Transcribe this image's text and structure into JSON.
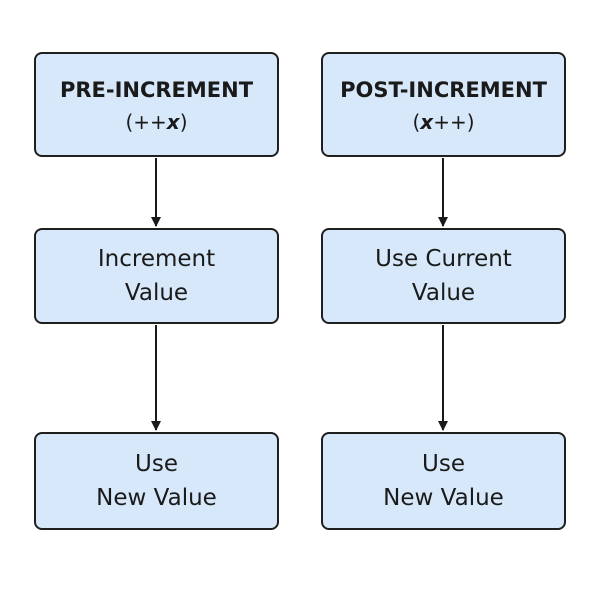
{
  "pre_increment": {
    "title": "PRE-INCREMENT",
    "code_open": "(",
    "code_op": "++",
    "code_var": "x",
    "code_close": ")",
    "step1": [
      "Increment",
      "Value"
    ],
    "step2": [
      "Use",
      "New Value"
    ]
  },
  "post_increment": {
    "title": "POST-INCREMENT",
    "code_open": "(",
    "code_var": "x",
    "code_op": "++",
    "code_close": ")",
    "step1": [
      "Use Current",
      "Value"
    ],
    "step2": [
      "Use",
      "New Value"
    ]
  },
  "colors": {
    "box_fill": "#d6e8fa",
    "box_border": "#1f1f1f",
    "arrow": "#1a1a1a"
  }
}
